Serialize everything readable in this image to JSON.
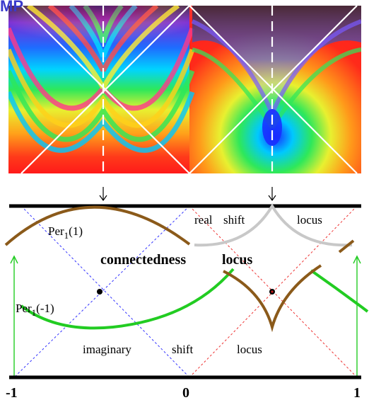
{
  "corner_text": "MP",
  "labels": {
    "real_shift": "real",
    "real_shift_2": "shift",
    "locus_top": "locus",
    "per1_plus_prefix": "Per",
    "per1_plus_sub": "1",
    "per1_plus_arg": "(1)",
    "per1_minus_prefix": "Per",
    "per1_minus_sub": "1",
    "per1_minus_arg": "(-1)",
    "connectedness": "connectedness",
    "locus_mid": "locus",
    "imaginary": "imaginary",
    "shift_bottom": "shift",
    "locus_bottom": "locus"
  },
  "axis_ticks": [
    "-1",
    "0",
    "1"
  ],
  "colors": {
    "brown": "#8b5a1a",
    "gray": "#c8c8c8",
    "green": "#22cc22",
    "blue_dash": "#3333ff",
    "red_dash": "#ee3333",
    "frame": "#000000"
  }
}
